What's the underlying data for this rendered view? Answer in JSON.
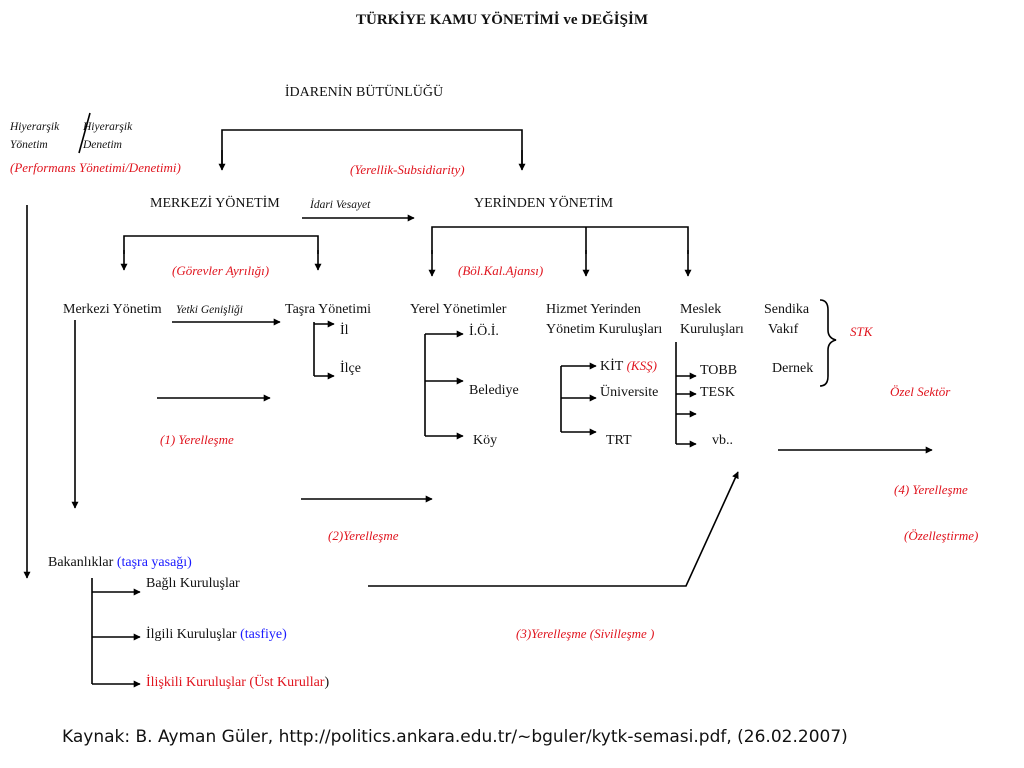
{
  "title": "TÜRKİYE KAMU YÖNETİMİ ve DEĞİŞİM",
  "top": {
    "label": "İDARENİN BÜTÜNLÜĞÜ"
  },
  "hierarchy": {
    "line1_a": "Hiyerarşik",
    "line1_b": "Hiyerarşik",
    "line2_a": "Yönetim",
    "line2_b": "Denetim",
    "performance": "(Performans Yönetimi/Denetimi)"
  },
  "subsidiarity": "(Yerellik-Subsidiarity)",
  "central": {
    "label": "MERKEZİ YÖNETİM",
    "tutelage": "İdari Vesayet",
    "separation": "(Görevler Ayrılığı)",
    "central_admin": "Merkezi Yönetim",
    "authority_expansion": "Yetki Genişliği",
    "provincial": "Taşra Yönetimi",
    "province": "İl",
    "district": "İlçe"
  },
  "decentral": {
    "label": "YERİNDEN YÖNETİM",
    "agency": "(Böl.Kal.Ajansı)",
    "local_title": "Yerel Yönetimler",
    "local_items": [
      "İ.Ö.İ.",
      "Belediye",
      "Köy"
    ],
    "service_title_1": "Hizmet Yerinden",
    "service_title_2": "Yönetim Kuruluşları",
    "kit": "KİT",
    "kss": "(KSŞ)",
    "university": "Üniversite",
    "trt": "TRT",
    "prof_title_1": "Meslek",
    "prof_title_2": "Kuruluşları",
    "prof_items": [
      "TOBB",
      "TESK",
      "vb.."
    ],
    "ngo_items": [
      "Sendika",
      "Vakıf",
      "Dernek"
    ],
    "stk": "STK"
  },
  "private_sector": "Özel Sektör",
  "stages": {
    "s1": "(1) Yerelleşme",
    "s2": "(2)Yerelleşme",
    "s3": "(3)Yerelleşme (Sivilleşme )",
    "s4": "(4) Yerelleşme",
    "s4b": "(Özelleştirme)"
  },
  "ministries": {
    "label": "Bakanlıklar",
    "label_note": "(taşra yasağı)",
    "affiliated": "Bağlı Kuruluşlar",
    "related": "İlgili Kuruluşlar",
    "related_note": "(tasfiye)",
    "associated": "İlişkili Kuruluşlar (Üst Kurullar",
    "associated_paren": ")"
  },
  "source": "Kaynak: B. Ayman Güler, http://politics.ankara.edu.tr/~bguler/kytk-semasi.pdf, (26.02.2007)",
  "colors": {
    "red": "#e0141e",
    "blue": "#1a1aff",
    "text": "#111111",
    "line": "#000000"
  }
}
